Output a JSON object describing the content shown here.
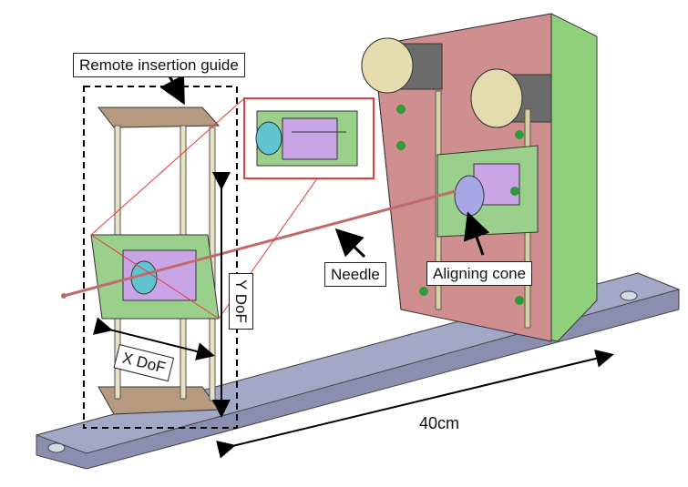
{
  "labels": {
    "remote_insertion_guide": "Remote insertion guide",
    "needle": "Needle",
    "aligning_cone": "Aligning cone",
    "x_dof": "X DoF",
    "y_dof": "Y DoF",
    "distance": "40cm"
  },
  "colors": {
    "base_plate": "#8a8fb0",
    "guide_frame": "#b59a80",
    "carriage": "#9bd08c",
    "cone": "#a7a7e6",
    "needle": "#c26a6a",
    "motor_plate": "#cf8f8f",
    "motor_plate_back": "#8fd07a",
    "motors": "#d8d0a0",
    "callout": "#e23b3b"
  }
}
